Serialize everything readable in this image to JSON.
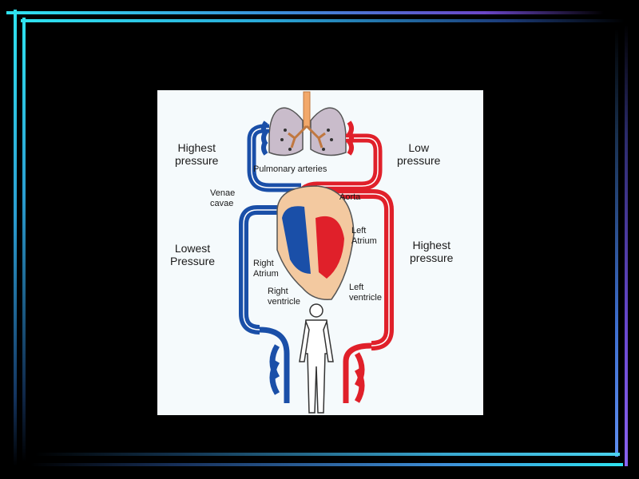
{
  "labels": {
    "highest_pressure_top": "Highest\npressure",
    "low_pressure": "Low\npressure",
    "pulmonary_arteries": "Pulmonary arteries",
    "venae_cavae": "Venae\ncavae",
    "aorta": "Aorta",
    "left_atrium": "Left\nAtrium",
    "lowest_pressure": "Lowest\nPressure",
    "highest_pressure_right": "Highest\npressure",
    "right_atrium": "Right\nAtrium",
    "right_ventricle": "Right\nventricle",
    "left_ventricle": "Left\nventricle"
  },
  "colors": {
    "background": "#000000",
    "panel": "#f5fafc",
    "deoxygenated_blood": "#1a4fa8",
    "oxygenated_blood": "#e0202a",
    "heart": "#f3c9a0",
    "lungs": "#c9bccb",
    "frame_cyan": "#2fe3f0",
    "frame_purple": "#8a63f0"
  }
}
